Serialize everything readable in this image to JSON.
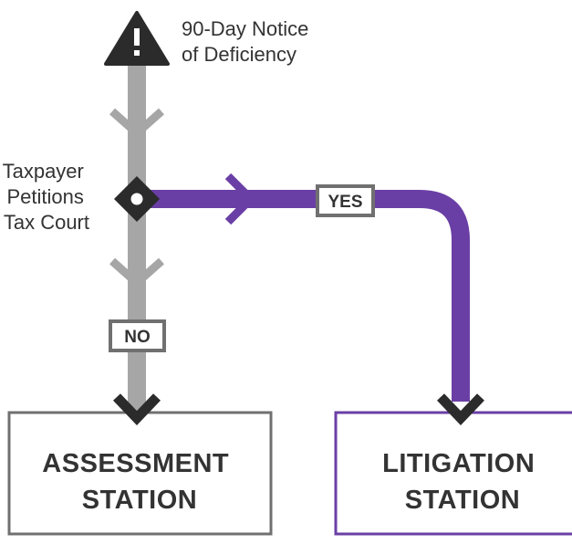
{
  "start": {
    "icon": "warning-triangle-icon",
    "label_lines": [
      "90-Day Notice",
      "of Deficiency"
    ]
  },
  "decision": {
    "icon": "decision-diamond-icon",
    "label_lines": [
      "Taxpayer",
      "Petitions",
      "Tax Court"
    ]
  },
  "branches": {
    "yes_label": "YES",
    "no_label": "NO"
  },
  "stations": {
    "assessment": {
      "lines": [
        "ASSESSMENT",
        "STATION"
      ]
    },
    "litigation": {
      "lines": [
        "LITIGATION",
        "STATION"
      ]
    }
  },
  "colors": {
    "main_line": "#a6a6a6",
    "yes_line": "#6a3fa5",
    "dark": "#2b2b2b",
    "box_gray": "#707070",
    "box_purple": "#6a3fa5",
    "text": "#333333"
  }
}
